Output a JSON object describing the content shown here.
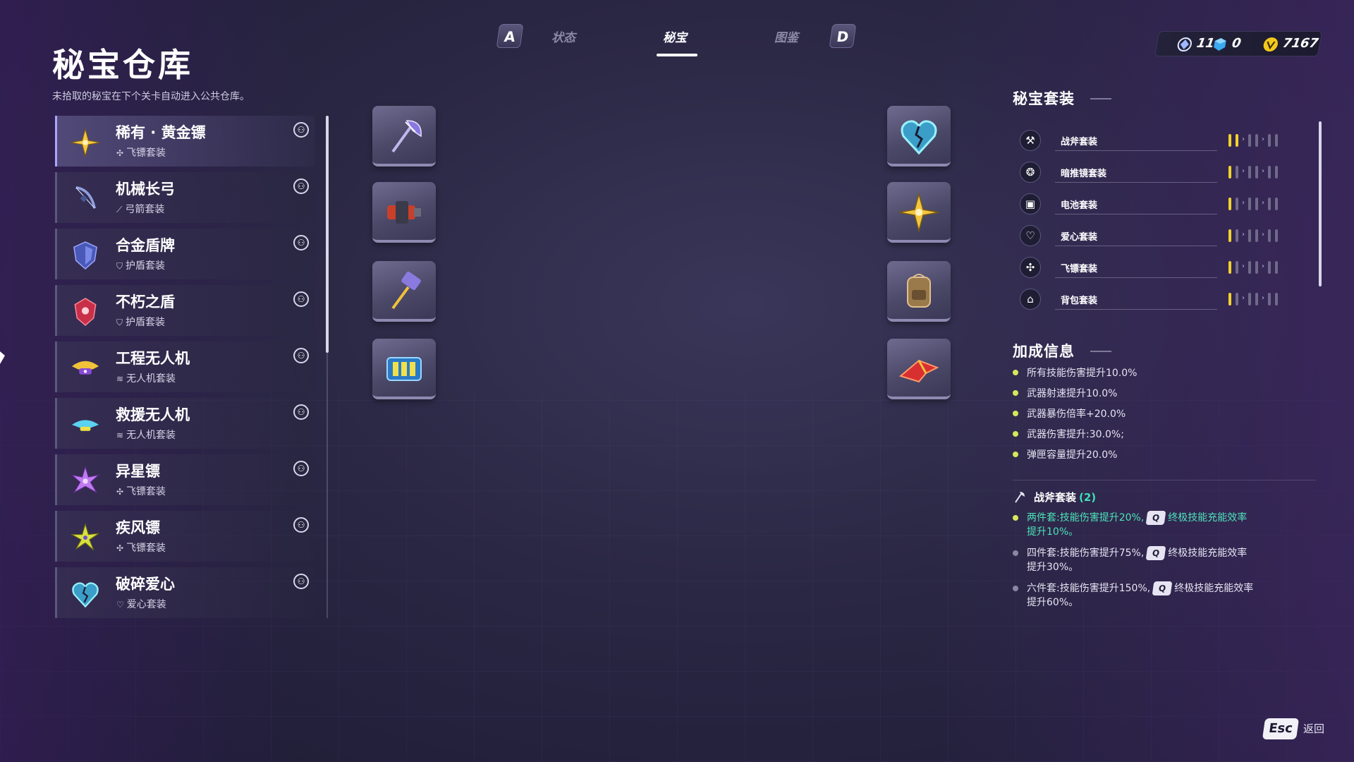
{
  "header": {
    "title": "秘宝仓库",
    "subtitle": "未拾取的秘宝在下个关卡自动进入公共仓库。"
  },
  "tabs": {
    "left_key": "A",
    "right_key": "D",
    "items": [
      {
        "label": "状态",
        "active": false
      },
      {
        "label": "秘宝",
        "active": true
      },
      {
        "label": "图鉴",
        "active": false
      }
    ]
  },
  "currency": {
    "first": "11",
    "second": "0",
    "third": "7167"
  },
  "treasure_list": [
    {
      "name": "稀有 · 黄金镖",
      "set_symbol": "✣",
      "set": "飞镖套装",
      "icon": "gold-shuriken-icon",
      "color": "#f3c640"
    },
    {
      "name": "机械长弓",
      "set_symbol": "⟋",
      "set": "弓箭套装",
      "icon": "bow-icon",
      "color": "#7a8fd4"
    },
    {
      "name": "合金盾牌",
      "set_symbol": "⛉",
      "set": "护盾套装",
      "icon": "shield-icon",
      "color": "#6878d8"
    },
    {
      "name": "不朽之盾",
      "set_symbol": "⛉",
      "set": "护盾套装",
      "icon": "red-shield-icon",
      "color": "#e04a5a"
    },
    {
      "name": "工程无人机",
      "set_symbol": "≋",
      "set": "无人机套装",
      "icon": "drone-icon",
      "color": "#f0c23a"
    },
    {
      "name": "救援无人机",
      "set_symbol": "≋",
      "set": "无人机套装",
      "icon": "rescue-drone-icon",
      "color": "#5ad2f0"
    },
    {
      "name": "异星镖",
      "set_symbol": "✣",
      "set": "飞镖套装",
      "icon": "alien-shuriken-icon",
      "color": "#c07af0"
    },
    {
      "name": "疾风镖",
      "set_symbol": "✣",
      "set": "飞镖套装",
      "icon": "wind-shuriken-icon",
      "color": "#d8e040"
    },
    {
      "name": "破碎爱心",
      "set_symbol": "♡",
      "set": "爱心套装",
      "icon": "broken-heart-icon",
      "color": "#6ad8f0"
    }
  ],
  "equipped_left": [
    {
      "icon": "battle-axe-icon"
    },
    {
      "icon": "cannon-icon"
    },
    {
      "icon": "hammer-icon"
    },
    {
      "icon": "battery-icon"
    }
  ],
  "equipped_right": [
    {
      "icon": "broken-heart-icon"
    },
    {
      "icon": "gold-shuriken-icon"
    },
    {
      "icon": "backpack-icon"
    },
    {
      "icon": "red-jet-icon"
    }
  ],
  "sets": {
    "title": "秘宝套装",
    "items": [
      {
        "name": "战斧套装",
        "icon": "axe-icon",
        "on": 2
      },
      {
        "name": "暗推镜套装",
        "icon": "mirror-icon",
        "on": 1
      },
      {
        "name": "电池套装",
        "icon": "battery-icon",
        "on": 1
      },
      {
        "name": "爱心套装",
        "icon": "heart-icon",
        "on": 1
      },
      {
        "name": "飞镖套装",
        "icon": "shuriken-icon",
        "on": 1
      },
      {
        "name": "背包套装",
        "icon": "backpack-icon",
        "on": 1
      }
    ]
  },
  "bonus": {
    "title": "加成信息",
    "items": [
      "所有技能伤害提升10.0%",
      "武器射速提升10.0%",
      "武器暴伤倍率+20.0%",
      "武器伤害提升:30.0%;",
      "弹匣容量提升20.0%"
    ]
  },
  "set_detail": {
    "name": "战斧套装",
    "count": "(2)",
    "q_key": "Q",
    "effects": [
      {
        "pre": "两件套:技能伤害提升20%,",
        "post": "终极技能充能效率",
        "line2": "提升10%。",
        "active": true
      },
      {
        "pre": "四件套:技能伤害提升75%,",
        "post": "终极技能充能效率",
        "line2": "提升30%。",
        "active": false
      },
      {
        "pre": "六件套:技能伤害提升150%,",
        "post": "终极技能充能效率",
        "line2": "提升60%。",
        "active": false
      }
    ]
  },
  "footer": {
    "esc_key": "Esc",
    "back_label": "返回"
  }
}
